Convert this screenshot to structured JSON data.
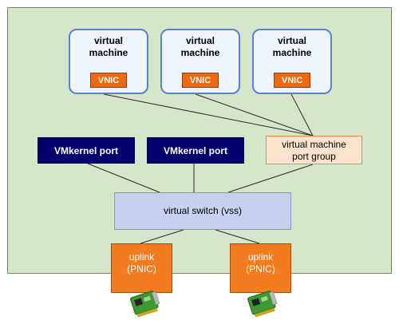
{
  "vms": [
    {
      "title": "virtual\nmachine",
      "nic": "VNIC"
    },
    {
      "title": "virtual\nmachine",
      "nic": "VNIC"
    },
    {
      "title": "virtual\nmachine",
      "nic": "VNIC"
    }
  ],
  "ports": [
    "VMkernel port",
    "VMkernel port"
  ],
  "port_group": "virtual machine\nport group",
  "switch": "virtual switch (vss)",
  "uplinks": [
    {
      "label": "uplink\n(PNIC)"
    },
    {
      "label": "uplink\n(PNIC)"
    }
  ],
  "colors": {
    "host_bg": "#d6e6ca",
    "vm_border": "#5b7fd3",
    "vnic": "#ee6a12",
    "port": "#04006e",
    "port_group": "#fde2cc",
    "switch": "#c7d0ec",
    "uplink": "#f47c20",
    "nic_card": "#3c9a32"
  }
}
